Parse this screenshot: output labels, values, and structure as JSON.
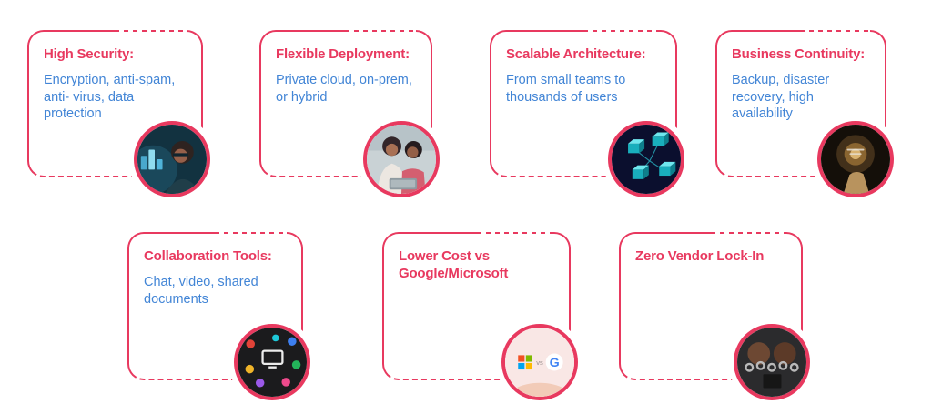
{
  "colors": {
    "accent": "#e8395f",
    "body-text": "#4285d6"
  },
  "cards": [
    {
      "id": "high-security",
      "title": "High Security:",
      "description": "Encryption, anti-spam, anti- virus, data protection",
      "image": "analyst-at-screens-photo"
    },
    {
      "id": "flexible-deployment",
      "title": "Flexible Deployment:",
      "description": "Private cloud, on-prem, or hybrid",
      "image": "team-with-laptop-photo"
    },
    {
      "id": "scalable-architecture",
      "title": "Scalable Architecture:",
      "description": "From small teams to thousands of users",
      "image": "network-cubes-photo"
    },
    {
      "id": "business-continuity",
      "title": "Business Continuity:",
      "description": "Backup, disaster recovery, high availability",
      "image": "glowing-hand-photo"
    },
    {
      "id": "collaboration-tools",
      "title": "Collaboration Tools:",
      "description": "Chat, video, shared documents",
      "image": "app-icons-photo"
    },
    {
      "id": "lower-cost",
      "title": "Lower Cost vs Google/Microsoft",
      "description": "",
      "image": "microsoft-vs-google-photo"
    },
    {
      "id": "zero-vendor-lock-in",
      "title": "Zero Vendor Lock-In",
      "description": "",
      "image": "chained-hands-photo"
    }
  ],
  "versus_badge": {
    "vs_label": "vs",
    "google_letter": "G"
  }
}
